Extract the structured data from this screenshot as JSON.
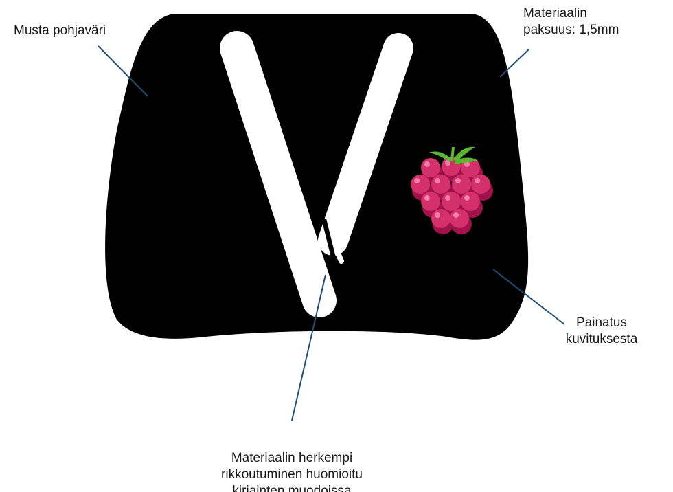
{
  "labels": {
    "base_color": "Musta pohjaväri",
    "thickness": [
      "Materiaalin",
      "paksuus: 1,5mm"
    ],
    "print": [
      "Painatus",
      "kuvituksesta"
    ],
    "letters": [
      "Materiaalin herkempi",
      "rikkoutuminen huomioitu",
      "kirjainten muodoissa"
    ]
  },
  "colors": {
    "plate": "#000000",
    "letter": "#ffffff",
    "leader_line": "#1f4e79",
    "berry_dark": "#a3124a",
    "berry": "#d4306b",
    "berry_light": "#f07ea8",
    "leaves": "#5cb82f"
  },
  "icons": [
    "v-letter",
    "raspberry-icon"
  ]
}
